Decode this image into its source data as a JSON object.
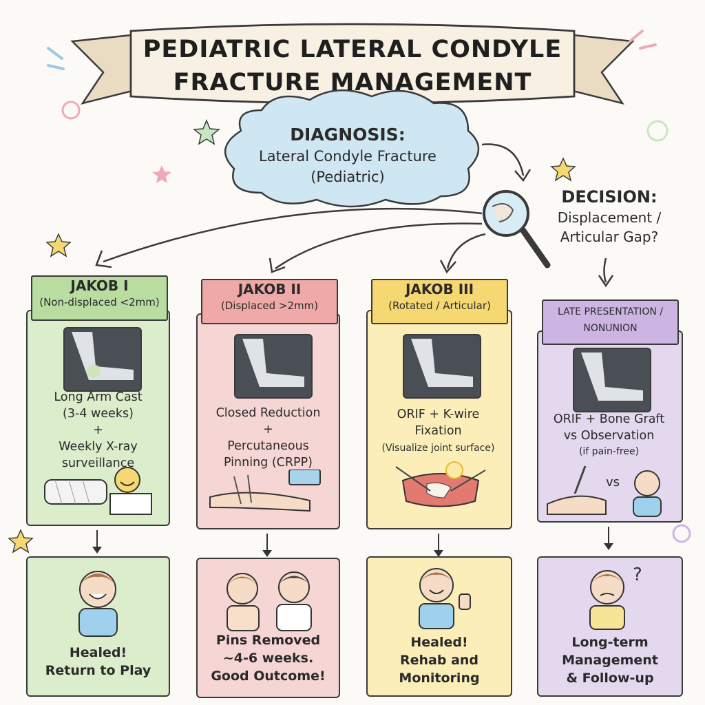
{
  "title": {
    "line1": "PEDIATRIC LATERAL CONDYLE",
    "line2": "FRACTURE MANAGEMENT"
  },
  "diagnosis": {
    "heading": "DIAGNOSIS:",
    "line1": "Lateral Condyle Fracture",
    "line2": "(Pediatric)"
  },
  "decision": {
    "heading": "DECISION:",
    "line1": "Displacement /",
    "line2": "Articular Gap?"
  },
  "columns": [
    {
      "name": "JAKOB I",
      "sub": "(Non-displaced <2mm)",
      "lines": [
        "Long Arm Cast",
        "(3-4 weeks)",
        "+",
        "Weekly X-ray",
        "surveillance"
      ],
      "outcome": [
        "Healed!",
        "Return to Play"
      ],
      "color": "#d9ecc8",
      "ribbon": "#b9dca0"
    },
    {
      "name": "JAKOB II",
      "sub": "(Displaced >2mm)",
      "lines": [
        "Closed Reduction",
        "+",
        "Percutaneous",
        "Pinning (CRPP)"
      ],
      "outcome": [
        "Pins Removed",
        "~4-6 weeks.",
        "Good Outcome!"
      ],
      "color": "#f6d5d3",
      "ribbon": "#efa9a8"
    },
    {
      "name": "JAKOB III",
      "sub": "(Rotated / Articular)",
      "lines": [
        "ORIF + K-wire",
        "Fixation"
      ],
      "note": "(Visualize joint surface)",
      "outcome": [
        "Healed!",
        "Rehab and",
        "Monitoring"
      ],
      "color": "#fbedb8",
      "ribbon": "#f6d873"
    },
    {
      "name": "LATE PRESENTATION /",
      "sub": "NONUNION",
      "lines": [
        "ORIF + Bone Graft",
        "vs Observation"
      ],
      "note": "(if pain-free)",
      "outcome": [
        "Long-term",
        "Management",
        "& Follow-up"
      ],
      "color": "#e2d6ee",
      "ribbon": "#cdb5e3",
      "vs": "vs"
    }
  ],
  "colors": {
    "cloud": "#cfe6f3",
    "ink": "#333333",
    "banner": "#f4ead9"
  }
}
